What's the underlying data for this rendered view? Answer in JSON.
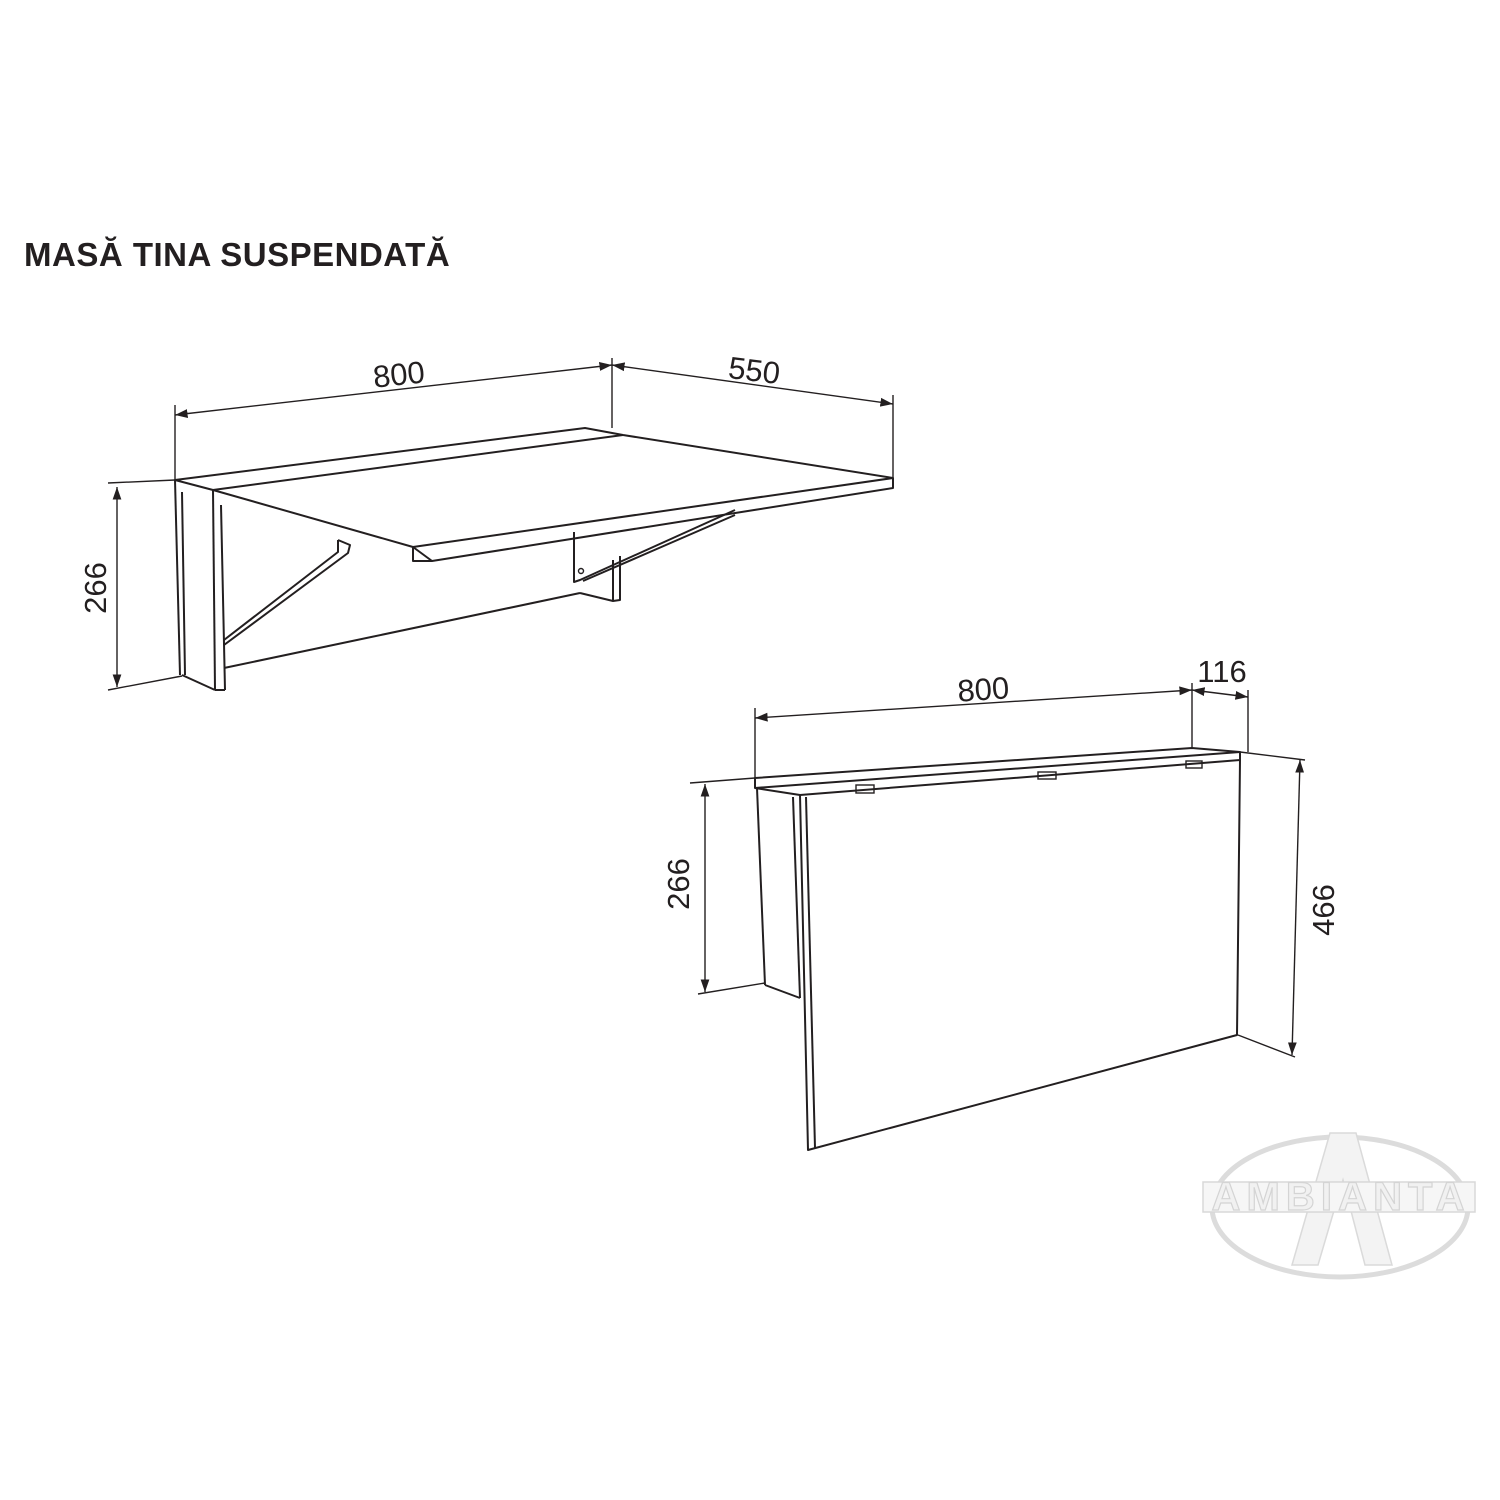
{
  "title": "MASĂ TINA SUSPENDATĂ",
  "views": {
    "open": {
      "width": "800",
      "depth": "550",
      "height": "266"
    },
    "folded": {
      "width": "800",
      "depth": "116",
      "height": "266",
      "total_height": "466"
    }
  },
  "logo": {
    "text": "AMBIANTA"
  },
  "colors": {
    "line": "#231f20",
    "logo": "#d4d4d4"
  }
}
